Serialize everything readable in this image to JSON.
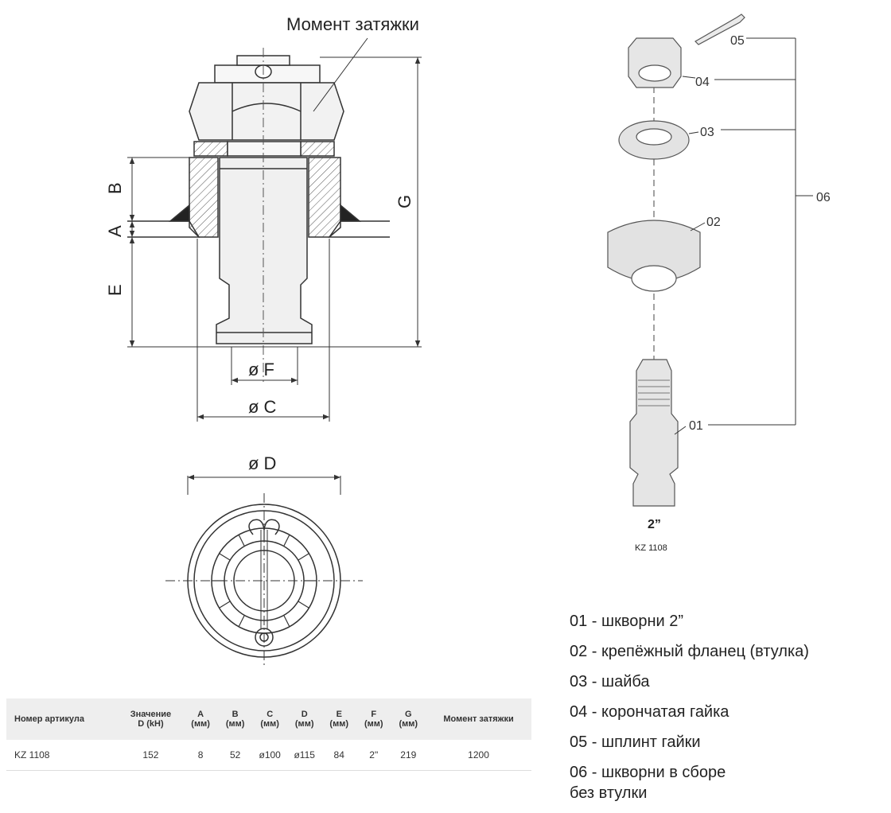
{
  "drawing": {
    "torque_callout": "Момент затяжки",
    "dims": {
      "A": "A",
      "B": "B",
      "E": "E",
      "G": "G",
      "F": "ø F",
      "C": "ø C",
      "D": "ø D"
    }
  },
  "exploded": {
    "parts": [
      "05",
      "04",
      "03",
      "02",
      "01"
    ],
    "assembly_number": "06",
    "size_label": "2”",
    "article": "KZ 1108"
  },
  "legend": [
    {
      "label": "01 - шкворни 2”"
    },
    {
      "label": "02 - крепёжный фланец (втулка)"
    },
    {
      "label": "03 - шайба"
    },
    {
      "label": "04 - корончатая гайка"
    },
    {
      "label": "05 - шплинт гайки"
    },
    {
      "label": "06 - шкворни в сборе\n      без втулки"
    }
  ],
  "table": {
    "headers": [
      [
        "Номер артикула"
      ],
      [
        "Значение",
        "D (kH)"
      ],
      [
        "A",
        "(мм)"
      ],
      [
        "B",
        "(мм)"
      ],
      [
        "C",
        "(мм)"
      ],
      [
        "D",
        "(мм)"
      ],
      [
        "E",
        "(мм)"
      ],
      [
        "F",
        "(мм)"
      ],
      [
        "G",
        "(мм)"
      ],
      [
        "Момент затяжки"
      ]
    ],
    "rows": [
      [
        "KZ 1108",
        "152",
        "8",
        "52",
        "ø100",
        "ø115",
        "84",
        "2\"",
        "219",
        "1200"
      ]
    ]
  }
}
